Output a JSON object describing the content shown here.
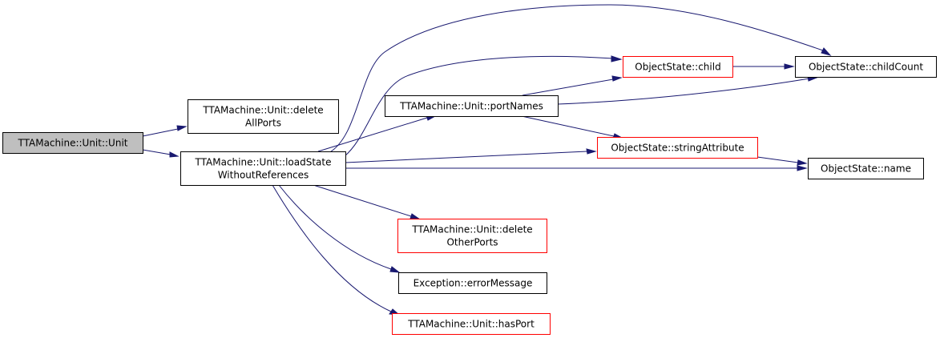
{
  "colors": {
    "edge": "#191970",
    "node_border": "#000000",
    "node_border_incomplete": "#ff0000",
    "root_fill": "#bfbfbf",
    "node_fill": "#ffffff"
  },
  "nodes": {
    "unit_unit": {
      "lines": [
        "TTAMachine::Unit::Unit"
      ],
      "style": "root"
    },
    "delete_all_ports": {
      "lines": [
        "TTAMachine::Unit::delete",
        "AllPorts"
      ],
      "style": "normal"
    },
    "load_state": {
      "lines": [
        "TTAMachine::Unit::loadState",
        "WithoutReferences"
      ],
      "style": "normal"
    },
    "port_names": {
      "lines": [
        "TTAMachine::Unit::portNames"
      ],
      "style": "normal"
    },
    "objectstate_child": {
      "lines": [
        "ObjectState::child"
      ],
      "style": "incomplete"
    },
    "objectstate_child_count": {
      "lines": [
        "ObjectState::childCount"
      ],
      "style": "normal"
    },
    "objectstate_string_attribute": {
      "lines": [
        "ObjectState::stringAttribute"
      ],
      "style": "incomplete"
    },
    "objectstate_name": {
      "lines": [
        "ObjectState::name"
      ],
      "style": "normal"
    },
    "delete_other_ports": {
      "lines": [
        "TTAMachine::Unit::delete",
        "OtherPorts"
      ],
      "style": "incomplete"
    },
    "exception_error_message": {
      "lines": [
        "Exception::errorMessage"
      ],
      "style": "normal"
    },
    "has_port": {
      "lines": [
        "TTAMachine::Unit::hasPort"
      ],
      "style": "incomplete"
    }
  },
  "edges": [
    {
      "from": "unit_unit",
      "to": "delete_all_ports"
    },
    {
      "from": "unit_unit",
      "to": "load_state"
    },
    {
      "from": "load_state",
      "to": "objectstate_child"
    },
    {
      "from": "load_state",
      "to": "objectstate_child_count"
    },
    {
      "from": "load_state",
      "to": "port_names"
    },
    {
      "from": "load_state",
      "to": "objectstate_string_attribute"
    },
    {
      "from": "load_state",
      "to": "objectstate_name"
    },
    {
      "from": "load_state",
      "to": "delete_other_ports"
    },
    {
      "from": "load_state",
      "to": "exception_error_message"
    },
    {
      "from": "load_state",
      "to": "has_port"
    },
    {
      "from": "port_names",
      "to": "objectstate_child"
    },
    {
      "from": "port_names",
      "to": "objectstate_child_count"
    },
    {
      "from": "port_names",
      "to": "objectstate_string_attribute"
    },
    {
      "from": "objectstate_child",
      "to": "objectstate_child_count"
    },
    {
      "from": "objectstate_string_attribute",
      "to": "objectstate_name"
    }
  ]
}
